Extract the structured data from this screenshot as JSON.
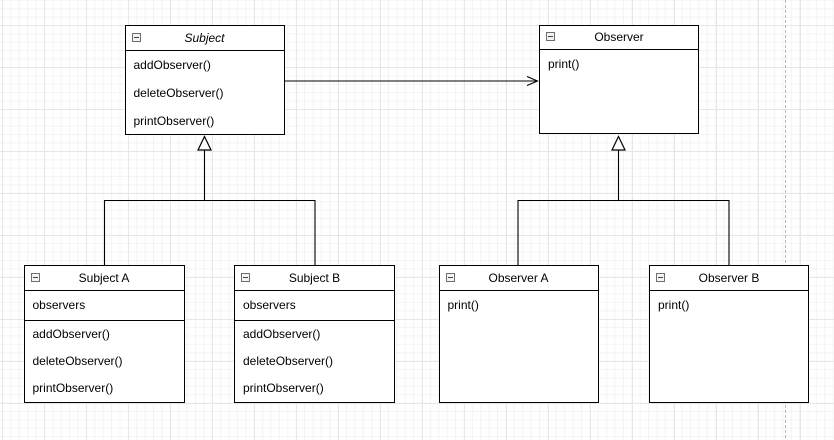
{
  "classes": {
    "subject": {
      "title": "Subject",
      "methods": [
        "addObserver()",
        "deleteObserver()",
        "printObserver()"
      ]
    },
    "observer": {
      "title": "Observer",
      "methods": [
        "print()"
      ]
    },
    "subject_a": {
      "title": "Subject A",
      "attributes": [
        "observers"
      ],
      "methods": [
        "addObserver()",
        "deleteObserver()",
        "printObserver()"
      ]
    },
    "subject_b": {
      "title": "Subject B",
      "attributes": [
        "observers"
      ],
      "methods": [
        "addObserver()",
        "deleteObserver()",
        "printObserver()"
      ]
    },
    "observer_a": {
      "title": "Observer A",
      "methods": [
        "print()"
      ]
    },
    "observer_b": {
      "title": "Observer B",
      "methods": [
        "print()"
      ]
    }
  },
  "relationships": [
    {
      "from": "Subject",
      "to": "Observer",
      "type": "directed-association"
    },
    {
      "from": "Subject A",
      "to": "Subject",
      "type": "generalization"
    },
    {
      "from": "Subject B",
      "to": "Subject",
      "type": "generalization"
    },
    {
      "from": "Observer A",
      "to": "Observer",
      "type": "generalization"
    },
    {
      "from": "Observer B",
      "to": "Observer",
      "type": "generalization"
    }
  ],
  "colors": {
    "stroke": "#000000",
    "fill": "#ffffff",
    "page_break": "#b9b9b9"
  }
}
